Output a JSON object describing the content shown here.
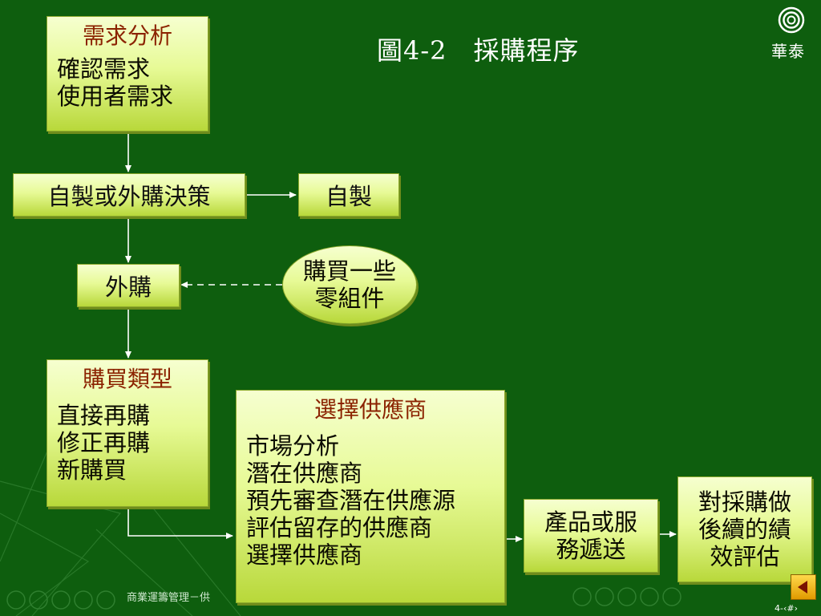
{
  "title": "圖4-2　採購程序",
  "logo": {
    "text": "華泰",
    "icon": "concentric-circle-logo-icon"
  },
  "boxes": {
    "needs": {
      "heading": "需求分析",
      "lines": [
        "確認需求",
        "使用者需求"
      ]
    },
    "make_or_buy": {
      "label": "自製或外購決策"
    },
    "make": {
      "label": "自製"
    },
    "buy": {
      "label": "外購"
    },
    "parts": {
      "lines": [
        "購買一些",
        "零組件"
      ]
    },
    "purchase_type": {
      "heading": "購買類型",
      "lines": [
        "直接再購",
        "修正再購",
        "新購買"
      ]
    },
    "select_supplier": {
      "heading": "選擇供應商",
      "lines": [
        "市場分析",
        "潛在供應商",
        "預先審查潛在供應源",
        "評估留存的供應商",
        "選擇供應商"
      ]
    },
    "delivery": {
      "lines": [
        "產品或服",
        "務遞送"
      ]
    },
    "evaluation": {
      "lines": [
        "對採購做",
        "後續的績",
        "效評估"
      ]
    }
  },
  "footer": {
    "text": "商業運籌管理－供",
    "page": "4-‹#›"
  },
  "nav": {
    "icon": "triangle-left-icon"
  },
  "colors": {
    "background": "#0e5e0e",
    "box": "#e7fa96",
    "heading": "#8b2200",
    "line": "#ffffff"
  }
}
